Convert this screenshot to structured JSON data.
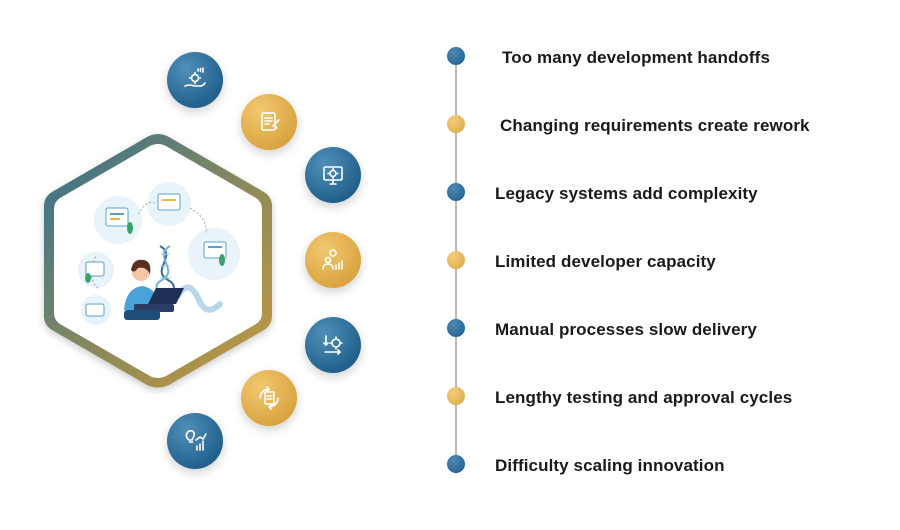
{
  "colors": {
    "blue": "#23638f",
    "gold": "#e0ac48",
    "line": "#b9b9b9"
  },
  "icons": [
    {
      "name": "gear-hand-icon",
      "color": "blue"
    },
    {
      "name": "document-tools-icon",
      "color": "gold"
    },
    {
      "name": "monitor-gear-icon",
      "color": "blue"
    },
    {
      "name": "user-chart-icon",
      "color": "gold"
    },
    {
      "name": "gear-arrows-icon",
      "color": "blue"
    },
    {
      "name": "document-cycle-icon",
      "color": "gold"
    },
    {
      "name": "bulb-chart-icon",
      "color": "blue"
    }
  ],
  "center_illustration": "developer-with-laptop-and-dna-illustration",
  "items": [
    {
      "label": "Too many development handoffs",
      "color": "blue"
    },
    {
      "label": "Changing requirements create rework",
      "color": "gold"
    },
    {
      "label": "Legacy systems add complexity",
      "color": "blue"
    },
    {
      "label": "Limited developer capacity",
      "color": "gold"
    },
    {
      "label": "Manual processes slow delivery",
      "color": "blue"
    },
    {
      "label": "Lengthy testing and approval cycles",
      "color": "gold"
    },
    {
      "label": "Difficulty scaling innovation",
      "color": "blue"
    }
  ]
}
